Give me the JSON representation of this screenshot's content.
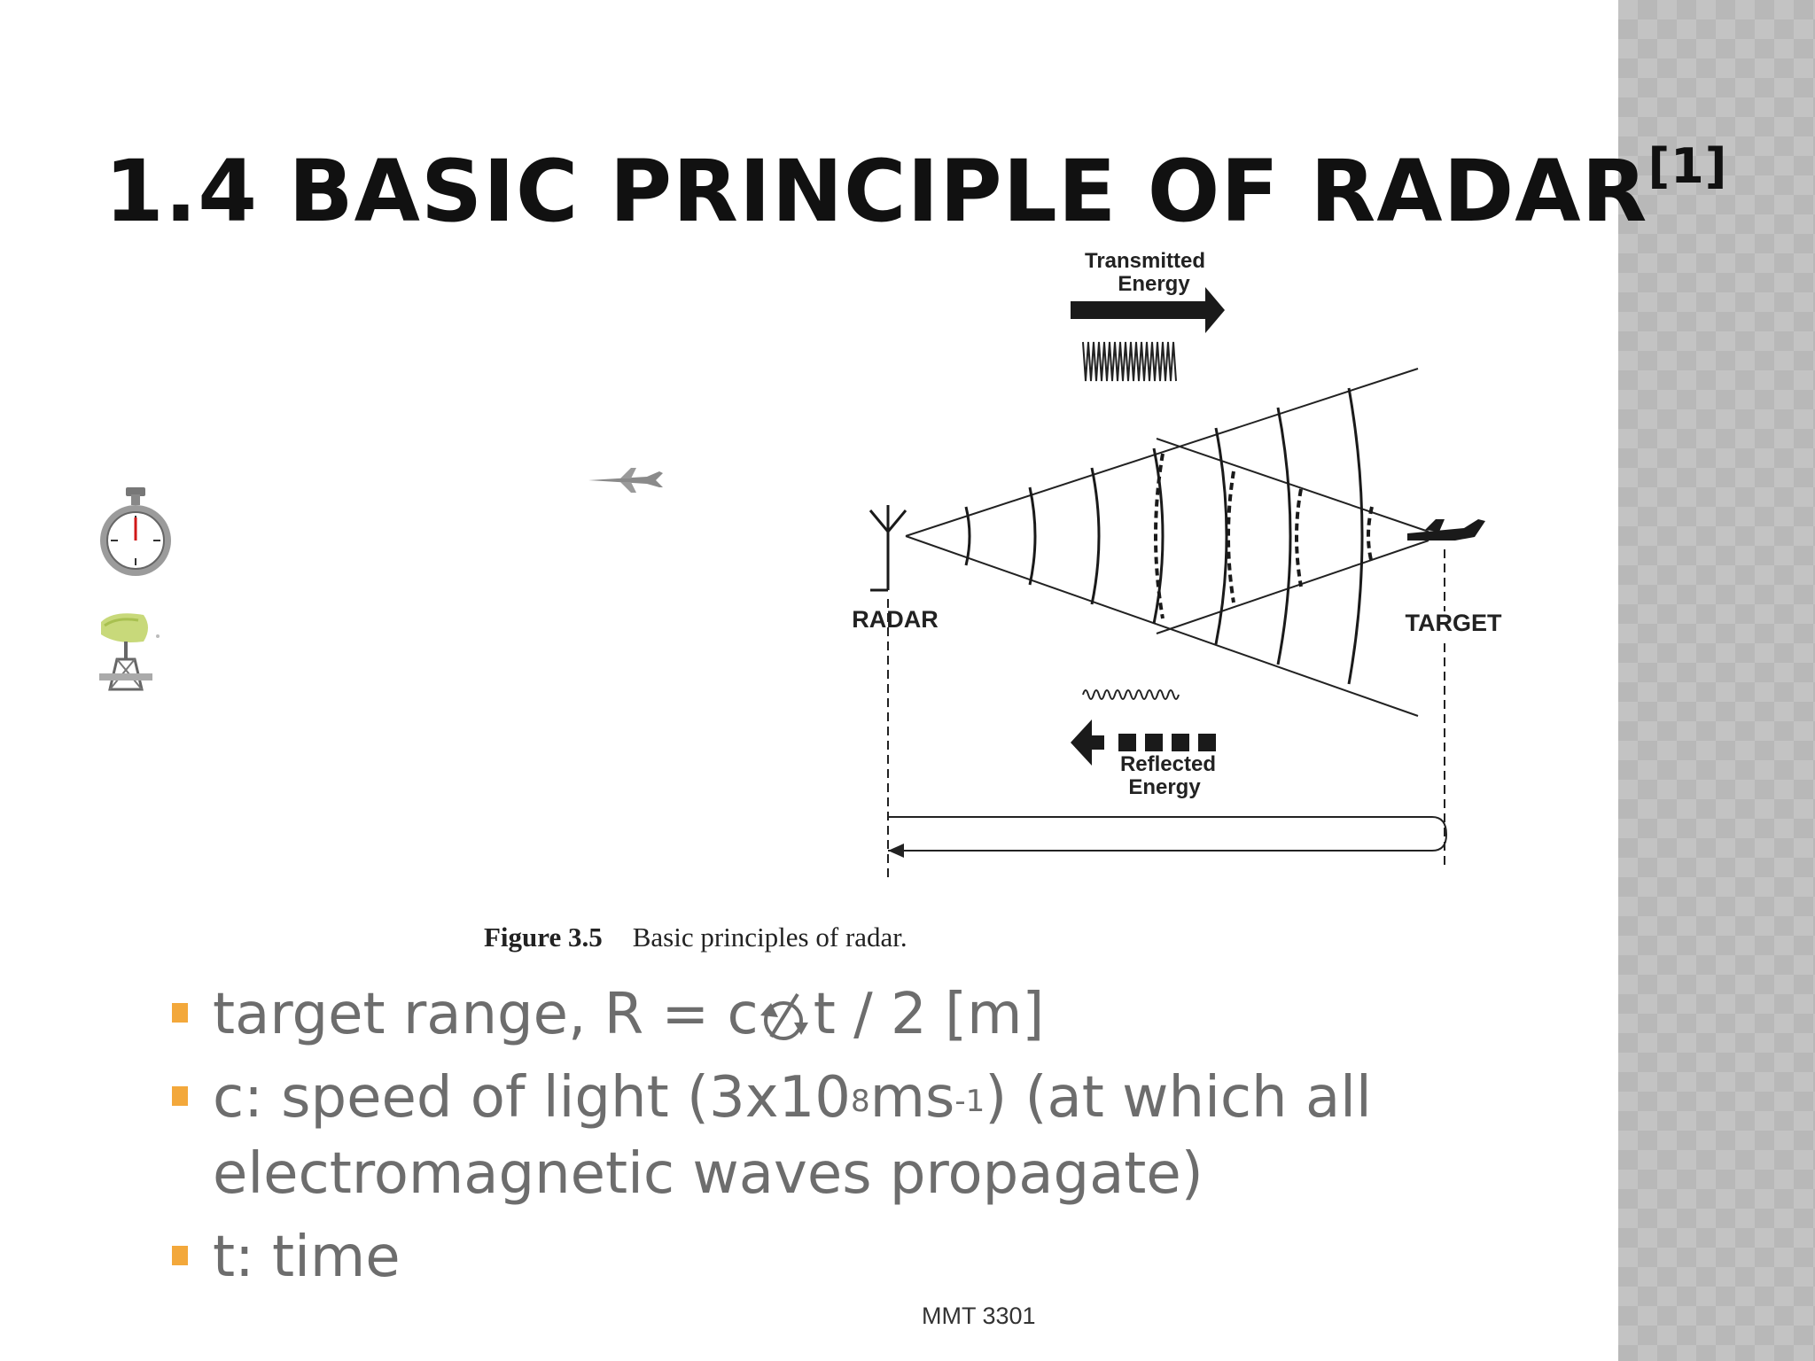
{
  "slide": {
    "title": "1.4 BASIC PRINCIPLE OF RADAR",
    "title_ref": "[1]",
    "accent_color": "#f3a83b",
    "text_color": "#6d6d6d"
  },
  "figure": {
    "transmitted_label_1": "Transmitted",
    "transmitted_label_2": "Energy",
    "reflected_label_1": "Reflected",
    "reflected_label_2": "Energy",
    "radar_label": "RADAR",
    "target_label": "TARGET",
    "caption_number": "Figure 3.5",
    "caption_text": "Basic principles of radar."
  },
  "bullets": [
    {
      "before": "target range, R = c",
      "symbol": "delta-icon",
      "after": "t / 2 [m]"
    },
    {
      "before": "c: speed of light (3x10",
      "sup1": "8",
      "mid": "ms",
      "sup2": "-1",
      "after": ")  (at which all electromagnetic waves propagate)"
    },
    {
      "text": "t: time"
    }
  ],
  "icons": [
    "stopwatch-icon",
    "airplane-icon",
    "radar-tower-icon"
  ],
  "footer": "MMT 3301"
}
